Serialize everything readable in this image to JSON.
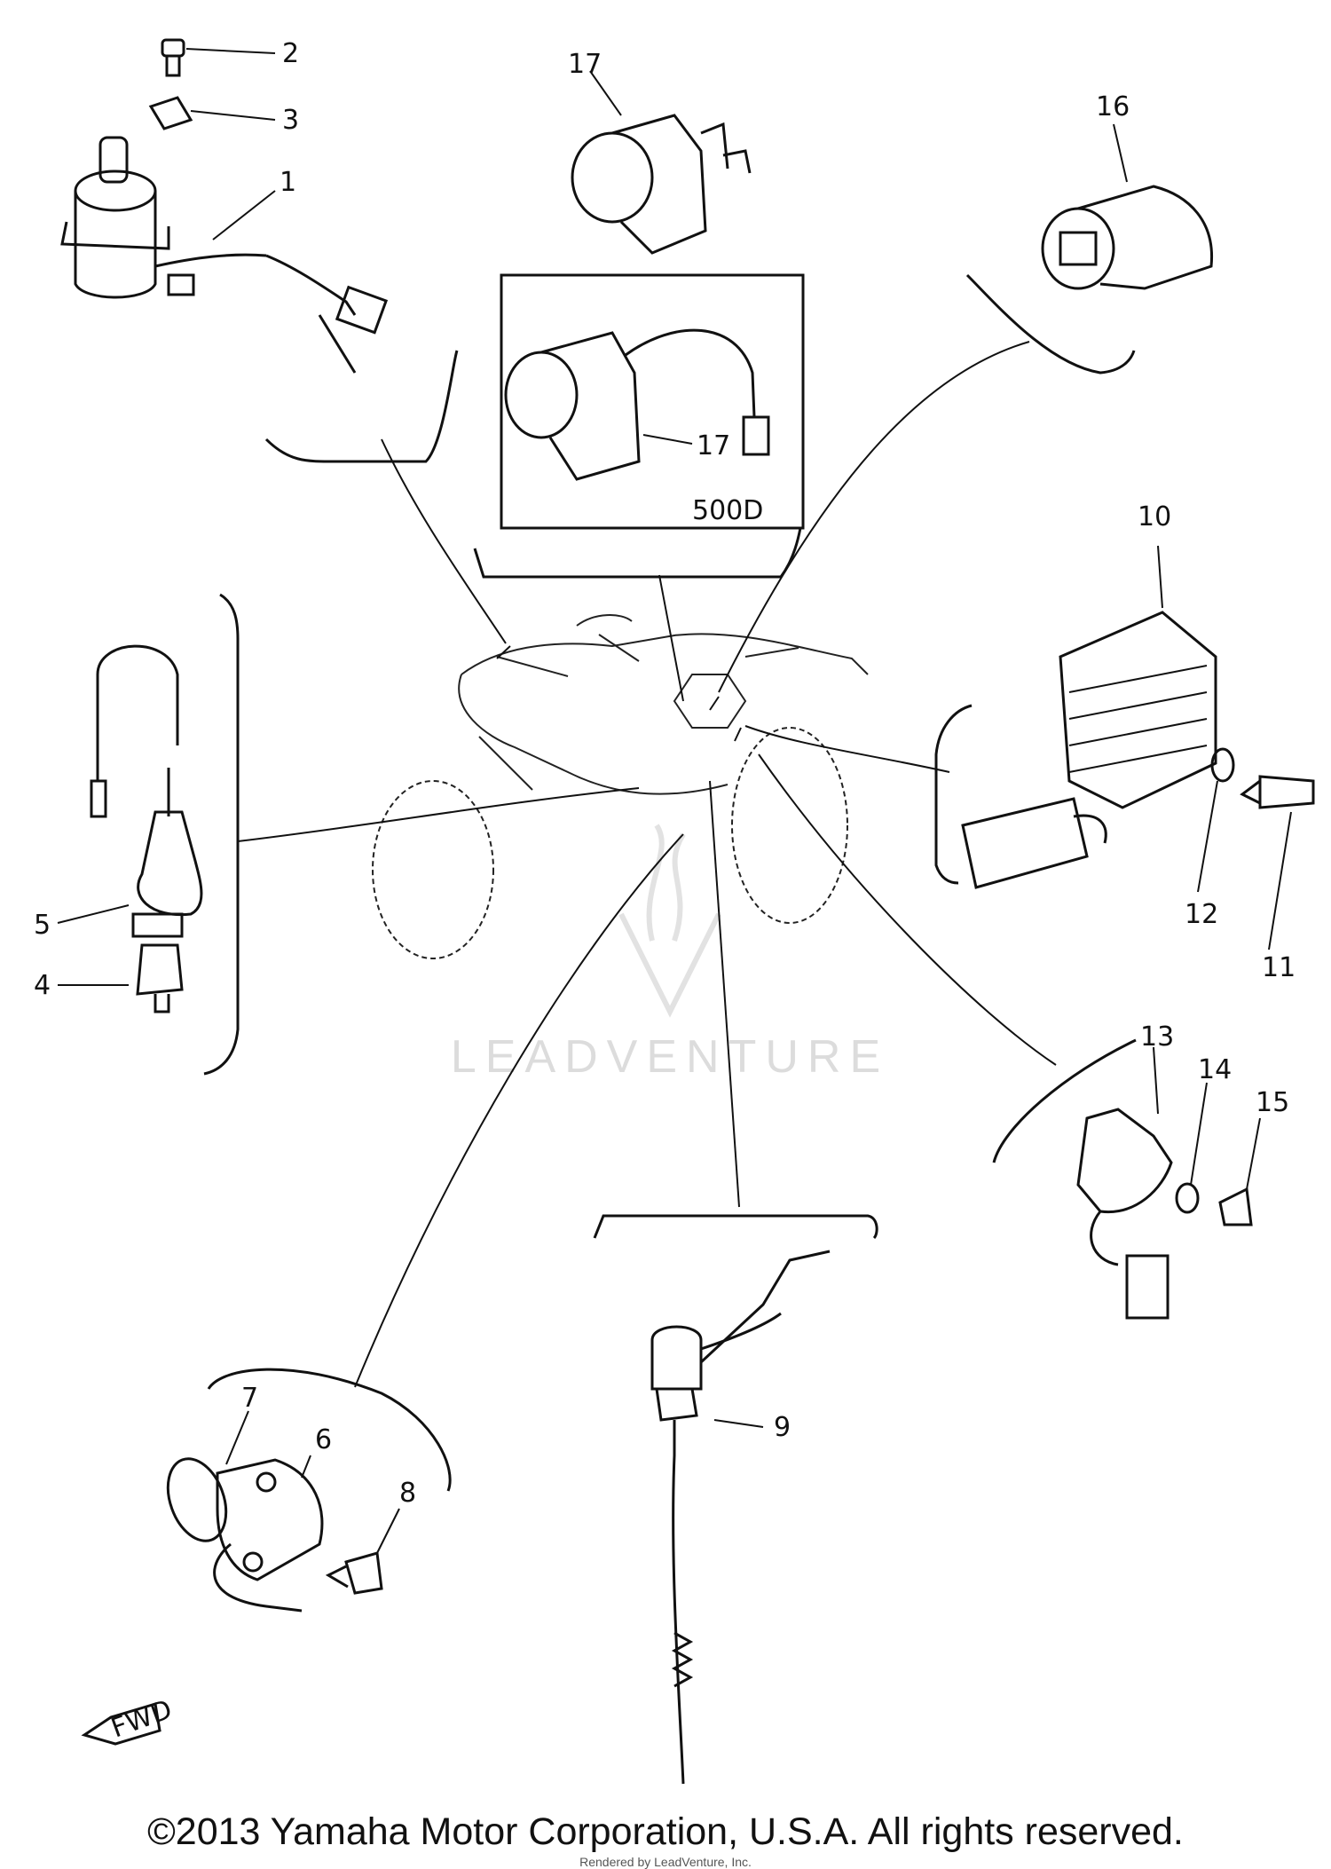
{
  "diagram": {
    "callouts": [
      "1",
      "2",
      "3",
      "4",
      "5",
      "6",
      "7",
      "8",
      "9",
      "10",
      "11",
      "12",
      "13",
      "14",
      "15",
      "16",
      "17",
      "17"
    ],
    "variant_label": "500D",
    "fwd_label": "FWD",
    "watermark": "LEADVENTURE"
  },
  "footer": {
    "copyright": "©2013 Yamaha Motor Corporation, U.S.A. All rights reserved.",
    "rendered_by": "Rendered by LeadVenture, Inc."
  }
}
